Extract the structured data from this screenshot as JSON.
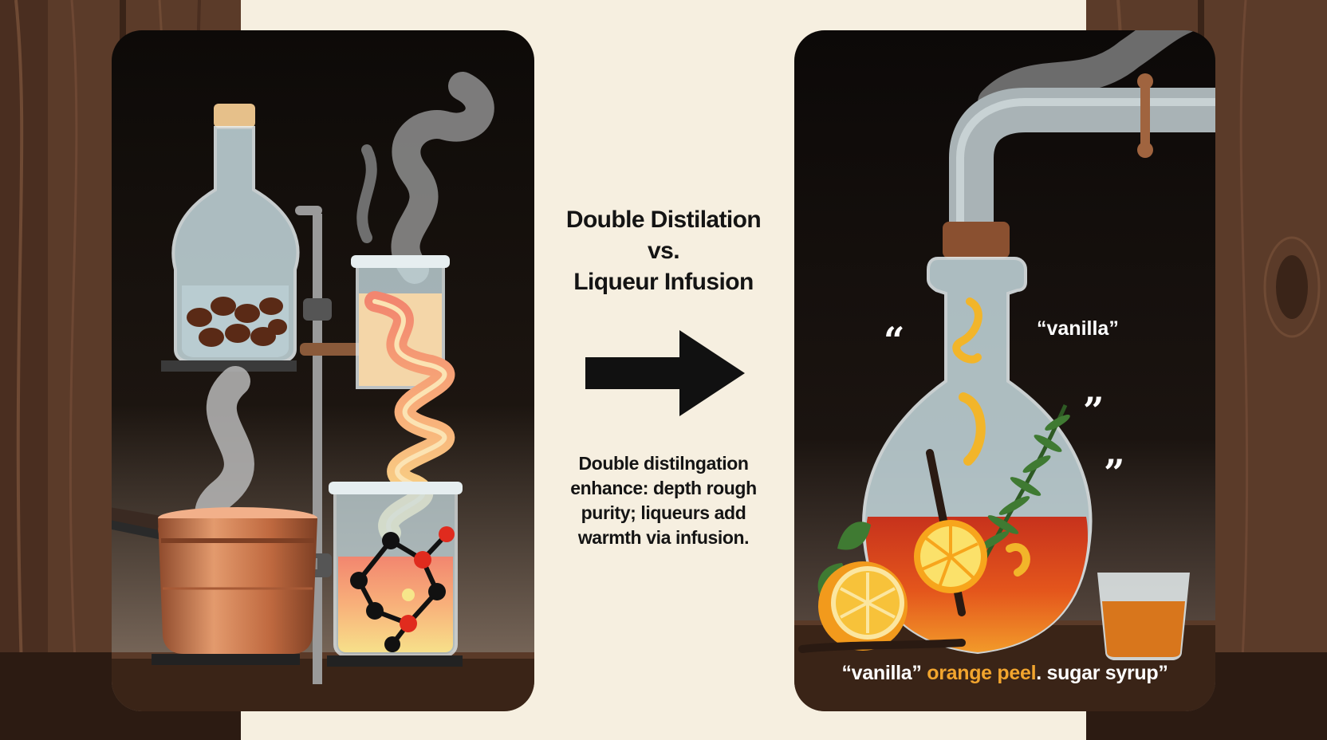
{
  "heading": {
    "line1": "Double Distilation",
    "line2": "vs.",
    "line3": "Liqueur Infusion"
  },
  "caption": {
    "line1": "Double distilngation",
    "line2": "enhance: depth rough",
    "line3": "purity; liqueurs add",
    "line4": "warmth via infusion."
  },
  "infusion": {
    "open_quote": "“",
    "vanilla_tag": "“vanilla”",
    "close_quote_1": "”",
    "close_quote_2": "”",
    "ingredients": {
      "part1": "“vanilla” ",
      "part2": "orange peel",
      "part3": ". sugar syrup”"
    }
  },
  "icons": [
    "copper-pot-icon",
    "bottle-of-coffee-beans-icon",
    "beaker-icon",
    "molecule-icon",
    "steam-icon",
    "arrow-right-icon",
    "decanter-icon",
    "orange-slice-icon",
    "rosemary-icon",
    "vanilla-pod-icon",
    "shot-glass-icon",
    "pipe-icon"
  ],
  "colors": {
    "background": "#f6efe0",
    "panel_dark": "#0e0b09",
    "wood": "#5a3a28",
    "copper": "#c7734a",
    "liquor_red": "#c7321c",
    "liquor_orange": "#ee7a1c",
    "orange_text": "#f2a52e"
  }
}
